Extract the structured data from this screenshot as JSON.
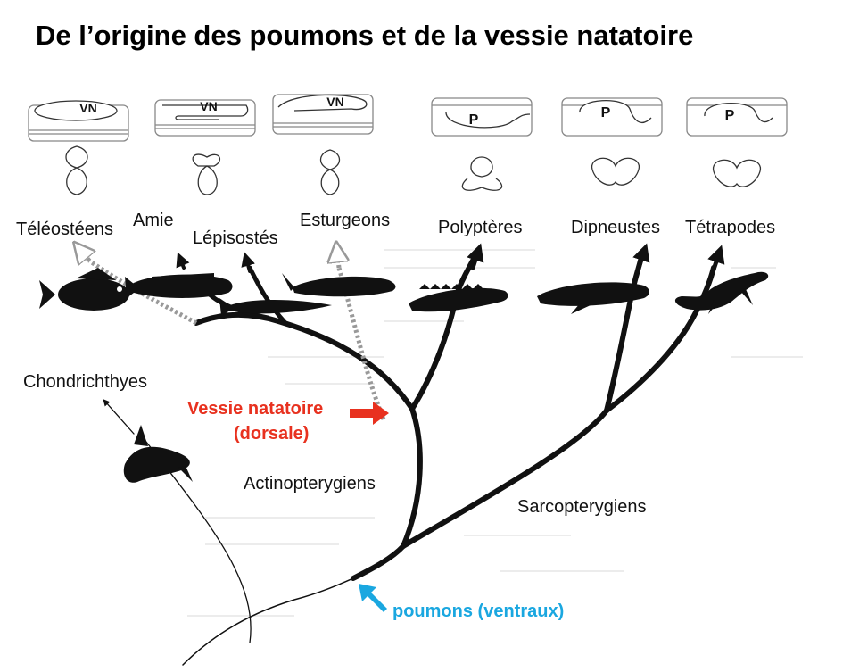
{
  "title": "De l’origine des poumons et de la vessie natatoire",
  "organ_labels": {
    "vn": "VN",
    "p": "P"
  },
  "taxa": {
    "teleosteens": "Téléostéens",
    "amie": "Amie",
    "lepisostes": "Lépisostés",
    "esturgeons": "Esturgeons",
    "polypteres": "Polyptères",
    "dipneustes": "Dipneustes",
    "tetrapodes": "Tétrapodes",
    "chondrichthyes": "Chondrichthyes"
  },
  "clades": {
    "actinopterygiens": "Actinopterygiens",
    "sarcopterygiens": "Sarcopterygiens"
  },
  "annotations": {
    "vessie_line1": "Vessie natatoire",
    "vessie_line2": "(dorsale)",
    "poumons": "poumons (ventraux)"
  },
  "colors": {
    "vn_red": "#e8311f",
    "p_blue": "#1aa7e0",
    "branch": "#111111"
  }
}
